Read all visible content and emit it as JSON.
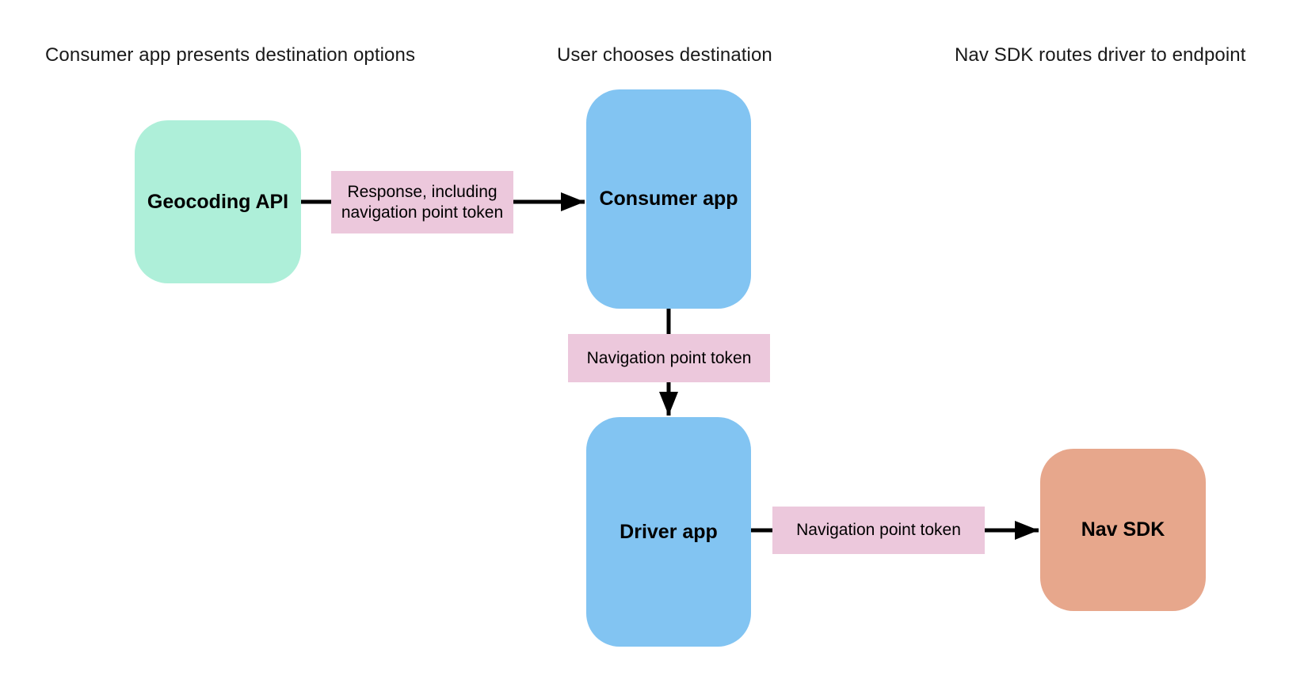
{
  "diagram": {
    "stages": [
      {
        "label": "Consumer app presents destination options"
      },
      {
        "label": "User chooses destination"
      },
      {
        "label": "Nav SDK routes driver to endpoint"
      }
    ],
    "nodes": [
      {
        "id": "geocoding-api",
        "label": "Geocoding API",
        "color": "#aeefd9"
      },
      {
        "id": "consumer-app",
        "label": "Consumer app",
        "color": "#82c4f2"
      },
      {
        "id": "driver-app",
        "label": "Driver app",
        "color": "#82c4f2"
      },
      {
        "id": "nav-sdk",
        "label": "Nav SDK",
        "color": "#e7a78c"
      }
    ],
    "edges": [
      {
        "from": "geocoding-api",
        "to": "consumer-app",
        "label": "Response, including navigation point token"
      },
      {
        "from": "consumer-app",
        "to": "driver-app",
        "label": "Navigation point token"
      },
      {
        "from": "driver-app",
        "to": "nav-sdk",
        "label": "Navigation point token"
      }
    ]
  },
  "colors": {
    "node-green": "#aeefd9",
    "node-blue": "#82c4f2",
    "node-orange": "#e7a78c",
    "edge-label-pink": "#ecc8dc",
    "arrow": "#000000",
    "text": "#1a1a1a"
  }
}
